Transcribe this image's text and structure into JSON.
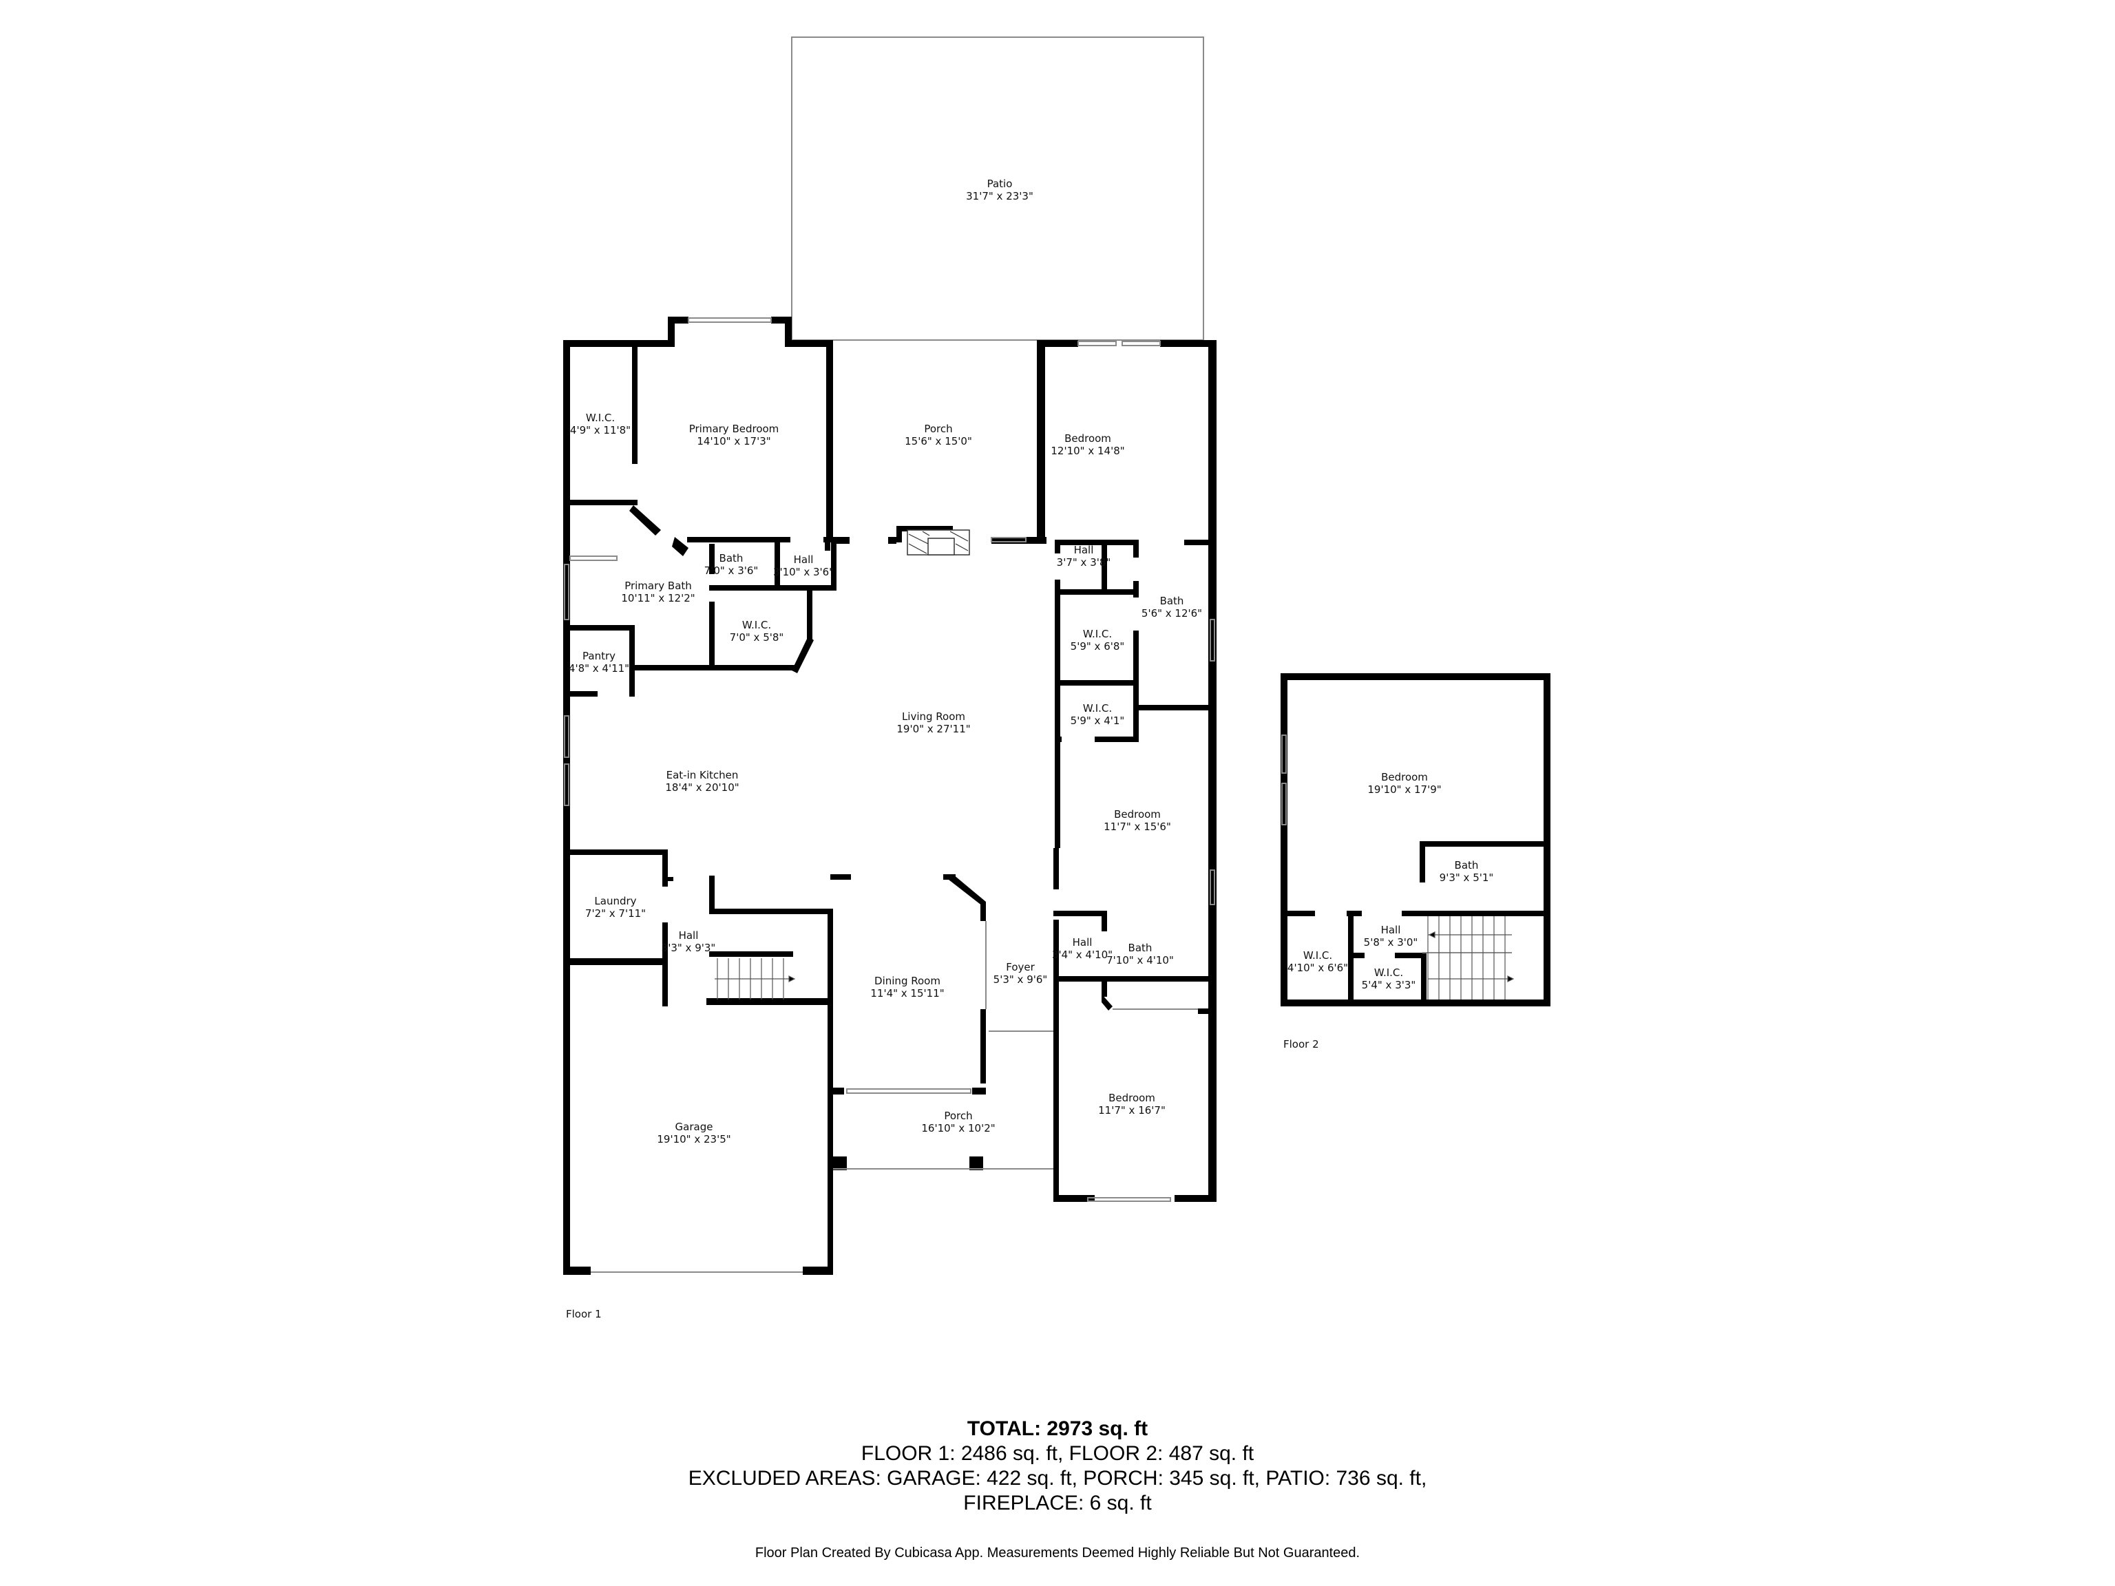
{
  "floor1": {
    "label": "Floor 1",
    "rooms": [
      {
        "name": "Patio",
        "dims": "31'7\" x 23'3\""
      },
      {
        "name": "W.I.C.",
        "dims": "4'9\" x 11'8\""
      },
      {
        "name": "Primary Bedroom",
        "dims": "14'10\" x 17'3\""
      },
      {
        "name": "Porch",
        "dims": "15'6\" x 15'0\""
      },
      {
        "name": "Bedroom",
        "dims": "12'10\" x 14'8\""
      },
      {
        "name": "Primary Bath",
        "dims": "10'11\" x 12'2\""
      },
      {
        "name": "Bath",
        "dims": "7'0\" x 3'6\""
      },
      {
        "name": "Hall",
        "dims": "3'10\" x 3'6\""
      },
      {
        "name": "W.I.C.",
        "dims": "7'0\" x 5'8\""
      },
      {
        "name": "Pantry",
        "dims": "4'8\" x 4'11\""
      },
      {
        "name": "Hall",
        "dims": "3'7\" x 3'8\""
      },
      {
        "name": "Bath",
        "dims": "5'6\" x 12'6\""
      },
      {
        "name": "W.I.C.",
        "dims": "5'9\" x 6'8\""
      },
      {
        "name": "W.I.C.",
        "dims": "5'9\" x 4'1\""
      },
      {
        "name": "Living Room",
        "dims": "19'0\" x 27'11\""
      },
      {
        "name": "Eat-in Kitchen",
        "dims": "18'4\" x 20'10\""
      },
      {
        "name": "Bedroom",
        "dims": "11'7\" x 15'6\""
      },
      {
        "name": "Laundry",
        "dims": "7'2\" x 7'11\""
      },
      {
        "name": "Hall",
        "dims": "3'3\" x 9'3\""
      },
      {
        "name": "Dining Room",
        "dims": "11'4\" x 15'11\""
      },
      {
        "name": "Foyer",
        "dims": "5'3\" x 9'6\""
      },
      {
        "name": "Hall",
        "dims": "3'4\" x 4'10\""
      },
      {
        "name": "Bath",
        "dims": "7'10\" x 4'10\""
      },
      {
        "name": "Porch",
        "dims": "16'10\" x 10'2\""
      },
      {
        "name": "Bedroom",
        "dims": "11'7\" x 16'7\""
      },
      {
        "name": "Garage",
        "dims": "19'10\" x 23'5\""
      }
    ]
  },
  "floor2": {
    "label": "Floor 2",
    "rooms": [
      {
        "name": "Bedroom",
        "dims": "19'10\" x 17'9\""
      },
      {
        "name": "Bath",
        "dims": "9'3\" x 5'1\""
      },
      {
        "name": "Hall",
        "dims": "5'8\" x 3'0\""
      },
      {
        "name": "W.I.C.",
        "dims": "4'10\" x 6'6\""
      },
      {
        "name": "W.I.C.",
        "dims": "5'4\" x 3'3\""
      }
    ]
  },
  "summary": {
    "total": "TOTAL: 2973 sq. ft",
    "floors": "FLOOR 1: 2486 sq. ft, FLOOR 2: 487 sq. ft",
    "excluded": "EXCLUDED AREAS: GARAGE: 422 sq. ft, PORCH: 345 sq. ft, PATIO: 736 sq. ft,",
    "fireplace": "FIREPLACE: 6 sq. ft",
    "credit": "Floor Plan Created By Cubicasa App. Measurements Deemed Highly Reliable But Not Guaranteed."
  },
  "colors": {
    "wall": "#000000",
    "background": "#ffffff",
    "thin_line": "#9a9a9a"
  }
}
